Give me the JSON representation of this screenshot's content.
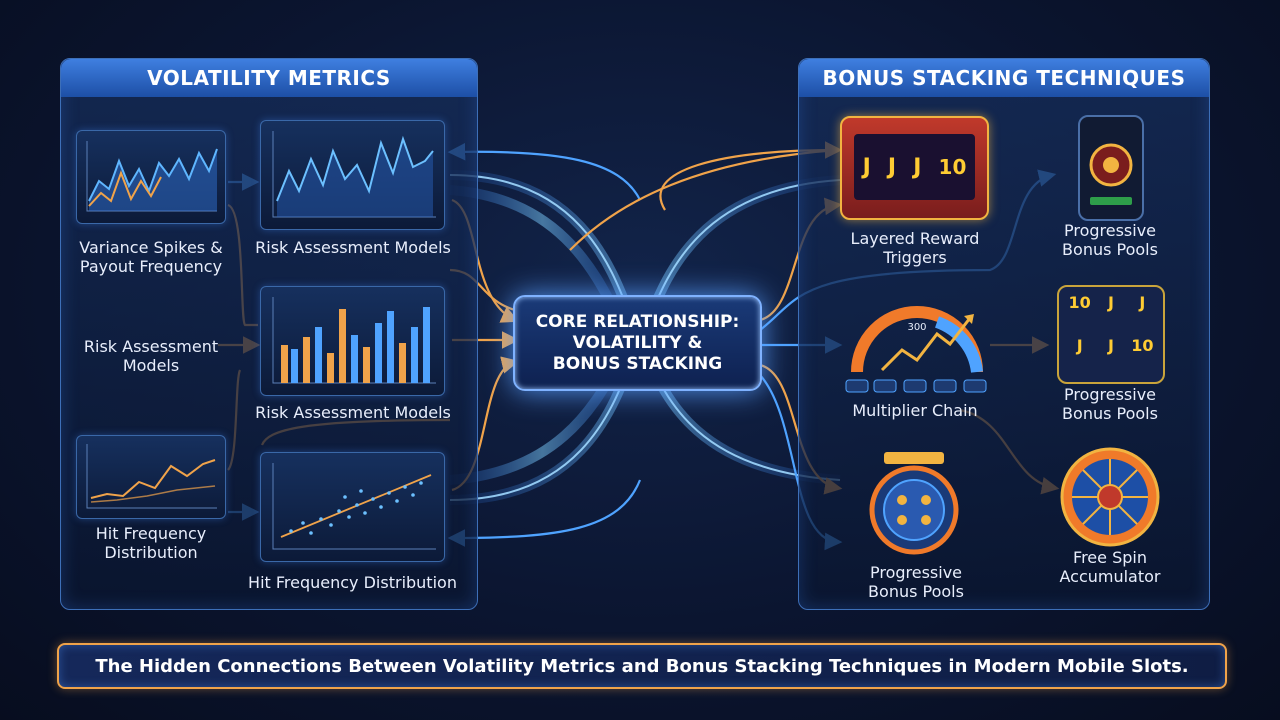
{
  "left_panel": {
    "title": "VOLATILITY METRICS",
    "labels": {
      "variance": "Variance Spikes &\nPayout Frequency",
      "risk_side": "Risk Assessment\nModels",
      "hit_side": "Hit Frequency\nDistribution",
      "risk_top": "Risk Assessment Models",
      "risk_mid": "Risk Assessment Models",
      "hit_bottom": "Hit Frequency Distribution"
    }
  },
  "core": {
    "line1": "CORE RELATIONSHIP:",
    "line2": "VOLATILITY &",
    "line3": "BONUS STACKING"
  },
  "right_panel": {
    "title": "BONUS STACKING TECHNIQUES",
    "labels": {
      "layered": "Layered Reward\nTriggers",
      "progressive_top": "Progressive\nBonus Pools",
      "multiplier": "Multiplier Chain",
      "progressive_mid": "Progressive\nBonus Pools",
      "progressive_bottom": "Progressive\nBonus Pools",
      "free_spin": "Free Spin\nAccumulator"
    },
    "slot_symbols": [
      "J",
      "J",
      "J",
      "J",
      "10",
      "J"
    ],
    "gauge_value": "300"
  },
  "footer": {
    "caption": "The Hidden Connections Between Volatility Metrics and Bonus Stacking Techniques in Modern Mobile Slots."
  },
  "colors": {
    "accent_blue": "#4fa3ff",
    "accent_orange": "#f0a34a",
    "panel_head": "#2f6bd0"
  }
}
